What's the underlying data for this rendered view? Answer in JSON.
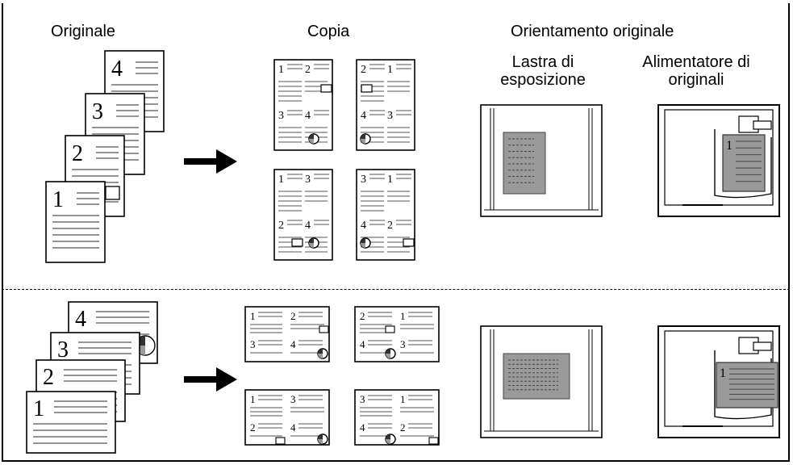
{
  "headers": {
    "originale": "Originale",
    "copia": "Copia",
    "orientamento": "Orientamento originale",
    "lastra": [
      "Lastra di",
      "esposizione"
    ],
    "alimentatore": [
      "Alimentatore di",
      "originali"
    ]
  },
  "page_numbers": [
    "1",
    "2",
    "3",
    "4"
  ]
}
